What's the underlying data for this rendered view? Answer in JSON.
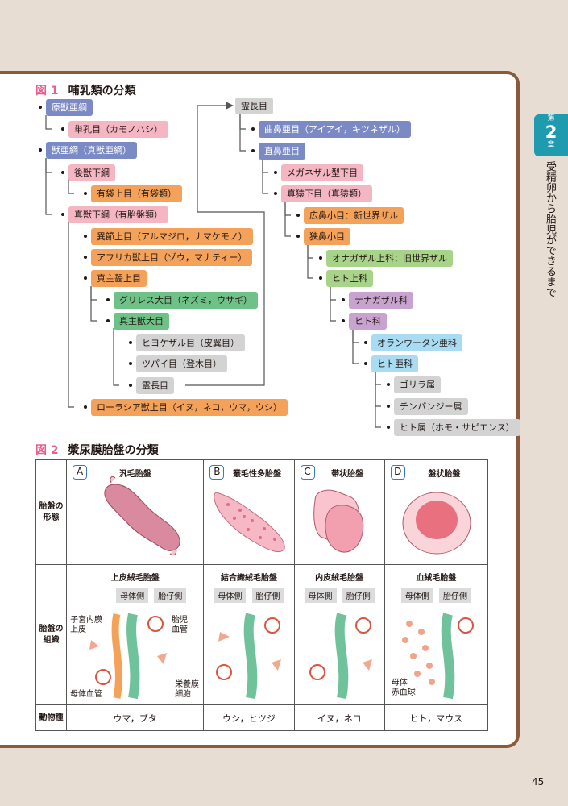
{
  "side": {
    "chapter_prefix": "第",
    "chapter_number": "2",
    "chapter_suffix": "章",
    "chapter_title": "受精卵から胎児ができるまで"
  },
  "page_number": "45",
  "fig1": {
    "number": "図 1",
    "title": "哺乳類の分類",
    "nodes": {
      "n1": "原獣亜綱",
      "n2": "単孔目（カモノハシ）",
      "n3": "獣亜綱（真獣亜綱）",
      "n4": "後獣下綱",
      "n5": "有袋上目（有袋類）",
      "n6": "真獣下綱（有胎盤類）",
      "n7": "異節上目（アルマジロ，ナマケモノ）",
      "n8": "アフリカ獣上目（ゾウ，マナティー）",
      "n9": "真主齧上目",
      "n10": "グリレス大目（ネズミ，ウサギ）",
      "n11": "真主獣大目",
      "n12": "ヒヨケザル目（皮翼目）",
      "n13": "ツパイ目（登木目）",
      "n14": "霊長目",
      "n15": "ローラシア獣上目（イヌ，ネコ，ウマ，ウシ）",
      "r1": "霊長目",
      "r2": "曲鼻亜目（アイアイ，キツネザル）",
      "r3": "直鼻亜目",
      "r4": "メガネザル型下目",
      "r5": "真猿下目（真猿類）",
      "r6": "広鼻小目：新世界ザル",
      "r7": "狭鼻小目",
      "r8": "オナガザル上科：旧世界ザル",
      "r9": "ヒト上科",
      "r10": "テナガザル科",
      "r11": "ヒト科",
      "r12": "オランウータン亜科",
      "r13": "ヒト亜科",
      "r14": "ゴリラ属",
      "r15": "チンパンジー属",
      "r16": "ヒト属（ホモ・サピエンス）"
    }
  },
  "fig2": {
    "number": "図 2",
    "title": "漿尿膜胎盤の分類",
    "row_morph": "胎盤の\n形態",
    "row_tissue": "胎盤の\n組織",
    "row_animal": "動物種",
    "maternal": "母体側",
    "fetal": "胎仔側",
    "columns": [
      {
        "letter": "A",
        "shape": "汎毛胎盤",
        "tissue": "上皮絨毛胎盤",
        "animals": "ウマ，ブタ"
      },
      {
        "letter": "B",
        "shape": "叢毛性多胎盤",
        "tissue": "結合織絨毛胎盤",
        "animals": "ウシ，ヒツジ"
      },
      {
        "letter": "C",
        "shape": "帯状胎盤",
        "tissue": "内皮絨毛胎盤",
        "animals": "イヌ，ネコ"
      },
      {
        "letter": "D",
        "shape": "盤状胎盤",
        "tissue": "血絨毛胎盤",
        "animals": "ヒト，マウス"
      }
    ],
    "labels": {
      "uterine": "子宮内膜\n上皮",
      "fetal_vessel": "胎児\n血管",
      "maternal_vessel": "母体血管",
      "troph": "栄養膜\n細胞",
      "maternal_rbc": "母体\n赤血球"
    }
  },
  "colors": {
    "border": "#8b5a3c",
    "accent_pink": "#e5608a",
    "chapter_tab": "#1f9bb0"
  }
}
